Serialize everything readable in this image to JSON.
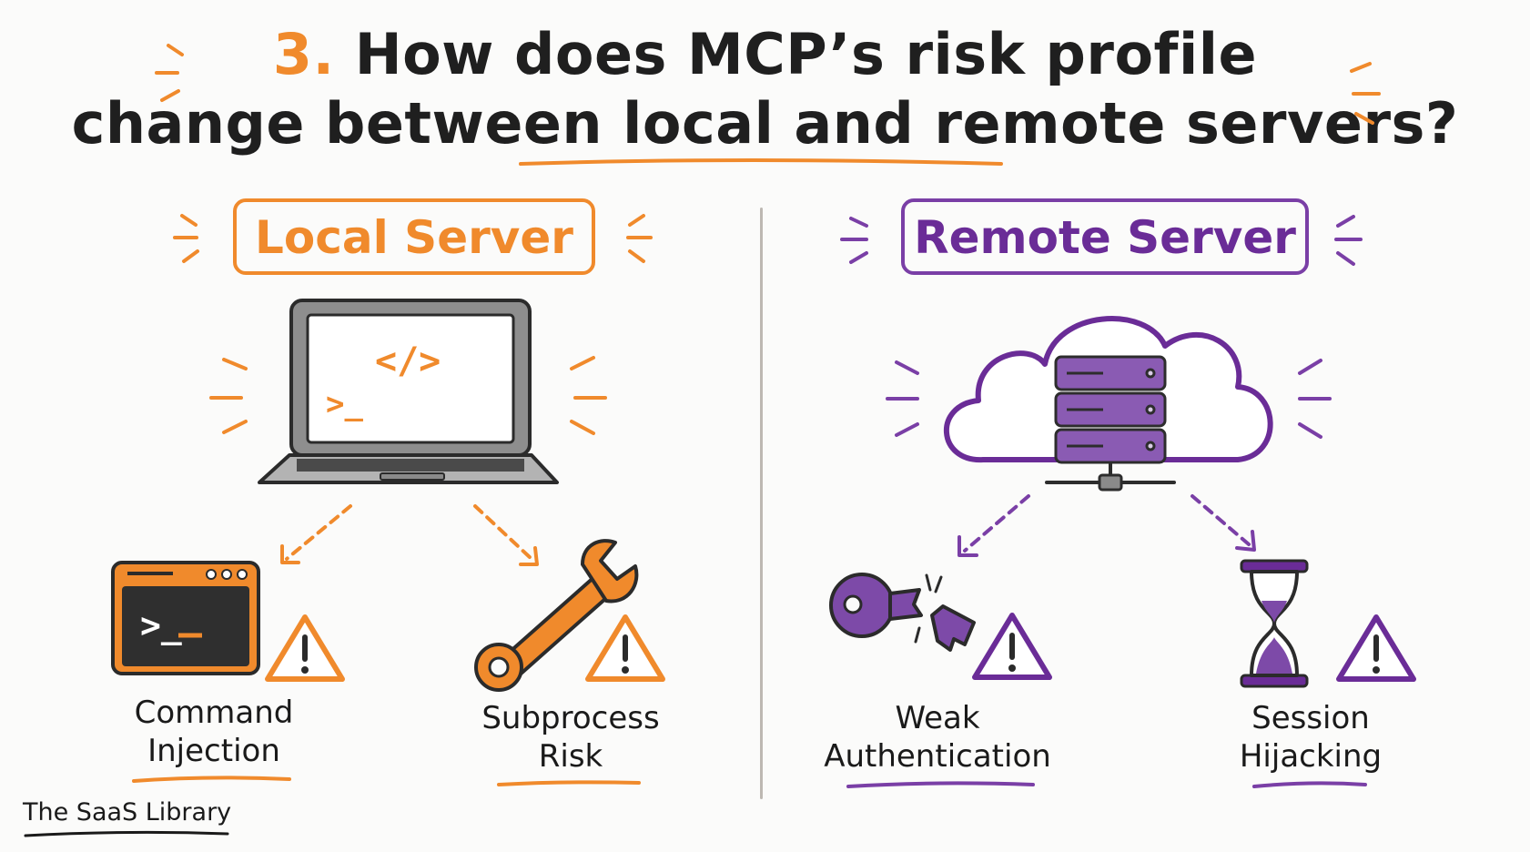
{
  "title": {
    "number": "3.",
    "line1": "How does MCP’s risk profile",
    "line2": "change between local and remote servers?"
  },
  "local": {
    "heading": "Local Server",
    "risks": [
      {
        "line1": "Command",
        "line2": "Injection"
      },
      {
        "line1": "Subprocess",
        "line2": "Risk"
      }
    ]
  },
  "remote": {
    "heading": "Remote Server",
    "risks": [
      {
        "line1": "Weak",
        "line2": "Authentication"
      },
      {
        "line1": "Session",
        "line2": "Hijacking"
      }
    ]
  },
  "laptop_screen": {
    "code_tag": "</>",
    "prompt": ">_"
  },
  "terminal_prompt": ">_",
  "brand": "The SaaS Library",
  "colors": {
    "local_accent": "#f08a2c",
    "remote_accent": "#7a3fa6",
    "warning_local": "#f08a2c",
    "warning_remote": "#6a2c97"
  },
  "icons": [
    "laptop-icon",
    "cloud-server-icon",
    "terminal-icon",
    "wrench-icon",
    "broken-key-icon",
    "hourglass-icon",
    "warning-icon"
  ]
}
